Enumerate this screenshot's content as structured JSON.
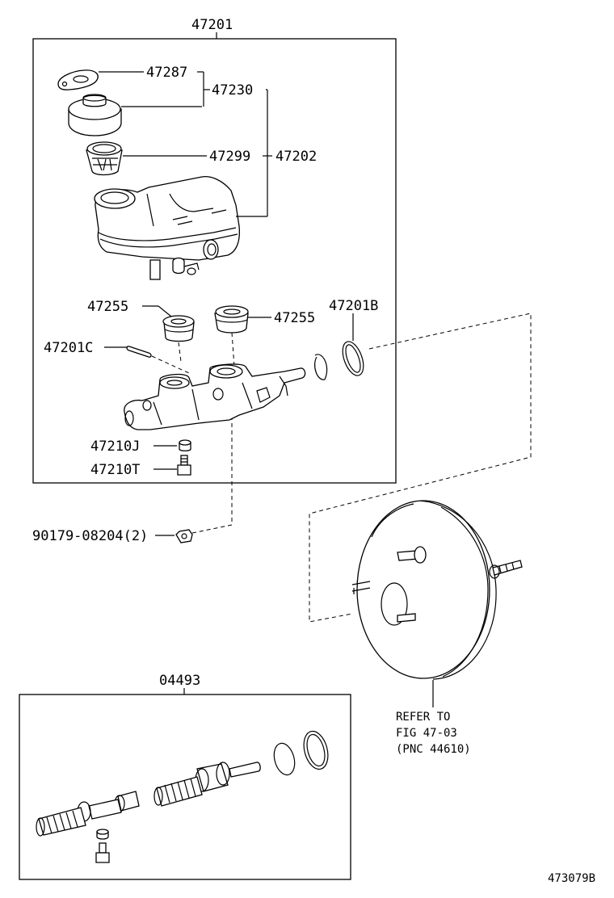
{
  "diagram": {
    "labels": {
      "assembly_main": "47201",
      "gasket": "47287",
      "cap": "47230",
      "strainer": "47299",
      "reservoir": "47202",
      "grommet_left": "47255",
      "grommet_right": "47255",
      "o_ring": "47201B",
      "pin": "47201C",
      "bleeder_cap": "47210J",
      "bleeder_plug": "47210T",
      "nut": "90179-08204(2)",
      "kit": "04493",
      "refer_line1": "REFER TO",
      "refer_line2": "FIG 47-03",
      "refer_line3": "(PNC 44610)",
      "figure_id": "473079B"
    }
  }
}
